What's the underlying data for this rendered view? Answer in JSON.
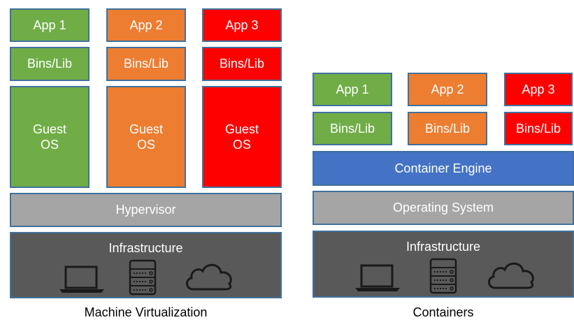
{
  "vm": {
    "columns": [
      {
        "app": "App 1",
        "bins": "Bins/Lib",
        "guest_os": "Guest\nOS",
        "color": "#70ad47"
      },
      {
        "app": "App 2",
        "bins": "Bins/Lib",
        "guest_os": "Guest\nOS",
        "color": "#ed7d31"
      },
      {
        "app": "App 3",
        "bins": "Bins/Lib",
        "guest_os": "Guest\nOS",
        "color": "#ff0000"
      }
    ],
    "hypervisor": "Hypervisor",
    "infrastructure": "Infrastructure",
    "infra_icons": [
      "laptop-icon",
      "server-icon",
      "cloud-icon"
    ],
    "caption": "Machine Virtualization"
  },
  "containers": {
    "columns": [
      {
        "app": "App 1",
        "bins": "Bins/Lib",
        "color": "#70ad47"
      },
      {
        "app": "App 2",
        "bins": "Bins/Lib",
        "color": "#ed7d31"
      },
      {
        "app": "App 3",
        "bins": "Bins/Lib",
        "color": "#ff0000"
      }
    ],
    "container_engine": "Container Engine",
    "operating_system": "Operating System",
    "infrastructure": "Infrastructure",
    "infra_icons": [
      "laptop-icon",
      "server-icon",
      "cloud-icon"
    ],
    "caption": "Containers"
  },
  "colors": {
    "border": "#41719c",
    "gray_layer": "#a5a5a5",
    "engine_layer": "#4472c4",
    "infrastructure_layer": "#595959"
  }
}
